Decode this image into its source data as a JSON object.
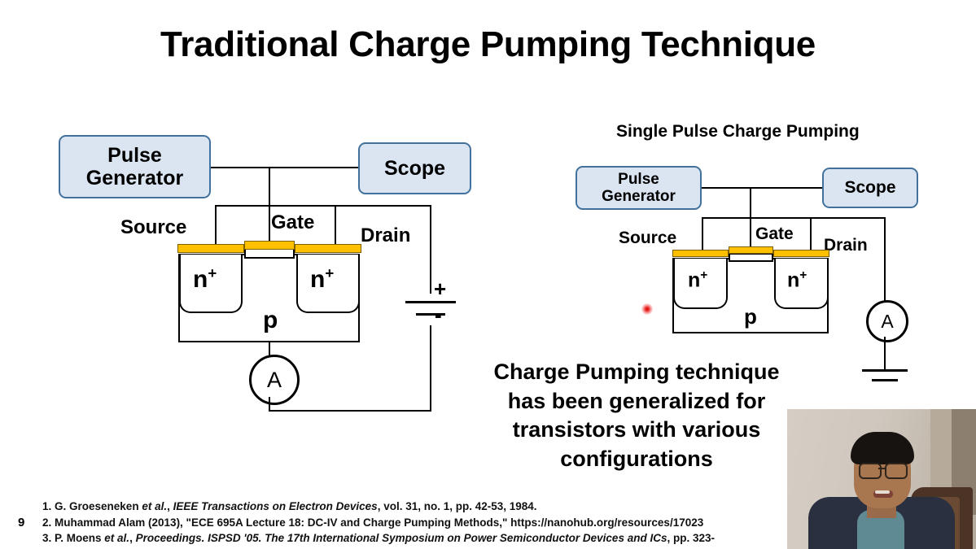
{
  "slide": {
    "title": "Traditional Charge Pumping Technique",
    "number": "9"
  },
  "left_diagram": {
    "name": "traditional-charge-pumping-setup",
    "pulse_generator": "Pulse\nGenerator",
    "pulse_generator_line1": "Pulse",
    "pulse_generator_line2": "Generator",
    "scope": "Scope",
    "source": "Source",
    "gate": "Gate",
    "drain": "Drain",
    "nplus_left": "n",
    "nplus_left_sup": "+",
    "nplus_right": "n",
    "nplus_right_sup": "+",
    "substrate": "p",
    "ammeter": "A",
    "battery_plus": "+",
    "battery_minus": "-"
  },
  "right_diagram": {
    "name": "single-pulse-charge-pumping-setup",
    "heading": "Single Pulse Charge Pumping",
    "pulse_generator_line1": "Pulse",
    "pulse_generator_line2": "Generator",
    "scope": "Scope",
    "source": "Source",
    "gate": "Gate",
    "drain": "Drain",
    "nplus_left": "n",
    "nplus_left_sup": "+",
    "nplus_right": "n",
    "nplus_right_sup": "+",
    "substrate": "p",
    "ammeter": "A"
  },
  "statement": {
    "line1": "Charge Pumping technique",
    "line2": "has been generalized for",
    "line3": "transistors with various",
    "line4": "configurations"
  },
  "references": [
    {
      "index": "1.",
      "authors": " G. Groeseneken ",
      "etal": "et al.",
      "sep1": ", ",
      "journal": "IEEE Transactions on Electron Devices",
      "tail": ", vol. 31, no. 1, pp. 42-53, 1984."
    },
    {
      "index": "2.",
      "authors": " Muhammad Alam (2013), \"ECE 695A Lecture 18: DC-IV and Charge Pumping Methods,\" https://nanohub.org/resources/17023",
      "etal": "",
      "sep1": "",
      "journal": "",
      "tail": ""
    },
    {
      "index": "3.",
      "authors": " P. Moens ",
      "etal": "et al.",
      "sep1": ", ",
      "journal": "Proceedings. ISPSD '05. The 17th International Symposium on Power Semiconductor Devices and ICs",
      "tail": ", pp. 323-"
    }
  ],
  "colors": {
    "box_fill": "#dbe5f1",
    "box_border": "#41719c",
    "contact_gold": "#ffc000",
    "laser_dot": "#d00000",
    "text": "#000000"
  },
  "cursor": {
    "laser_pointer": "laser-dot"
  }
}
